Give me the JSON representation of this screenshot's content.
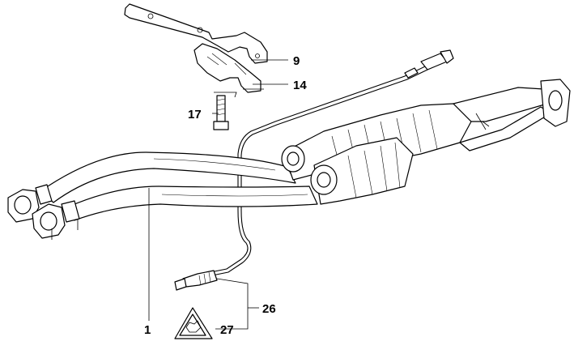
{
  "callouts": {
    "c1": "1",
    "c9": "9",
    "c14": "14",
    "c17": "17",
    "c26": "26",
    "c27": "27"
  },
  "icons": {
    "warning_label": "warning-triangle-icon"
  }
}
